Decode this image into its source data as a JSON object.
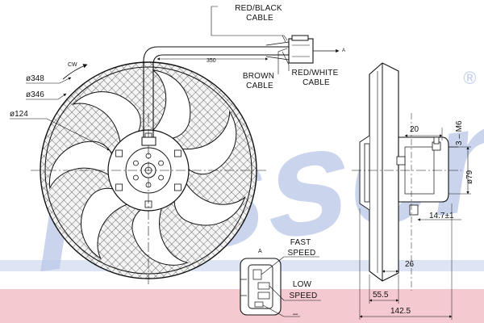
{
  "brand": {
    "watermark": "Nissens",
    "registered_mark": "®",
    "watermark_color": "#b9c7e8",
    "band_color": "#f4c9d0"
  },
  "cables": {
    "red_black": [
      "RED/BLACK",
      "CABLE"
    ],
    "brown": [
      "BROWN",
      "CABLE"
    ],
    "red_white": [
      "RED/WHITE",
      "CABLE"
    ],
    "length": "350",
    "view_marker": "A"
  },
  "fan": {
    "rotation": "CW",
    "diameters": [
      "ø348",
      "ø346",
      "ø124"
    ],
    "blade_count": 7
  },
  "side_view": {
    "dimensions": [
      "20",
      "3 – M6",
      "ø79",
      "14.7±1",
      "26",
      "55.5",
      "142.5"
    ]
  },
  "connector": {
    "view_label": "A",
    "fast": [
      "FAST",
      "SPEED"
    ],
    "low": [
      "LOW",
      "SPEED"
    ],
    "minus": "–"
  }
}
